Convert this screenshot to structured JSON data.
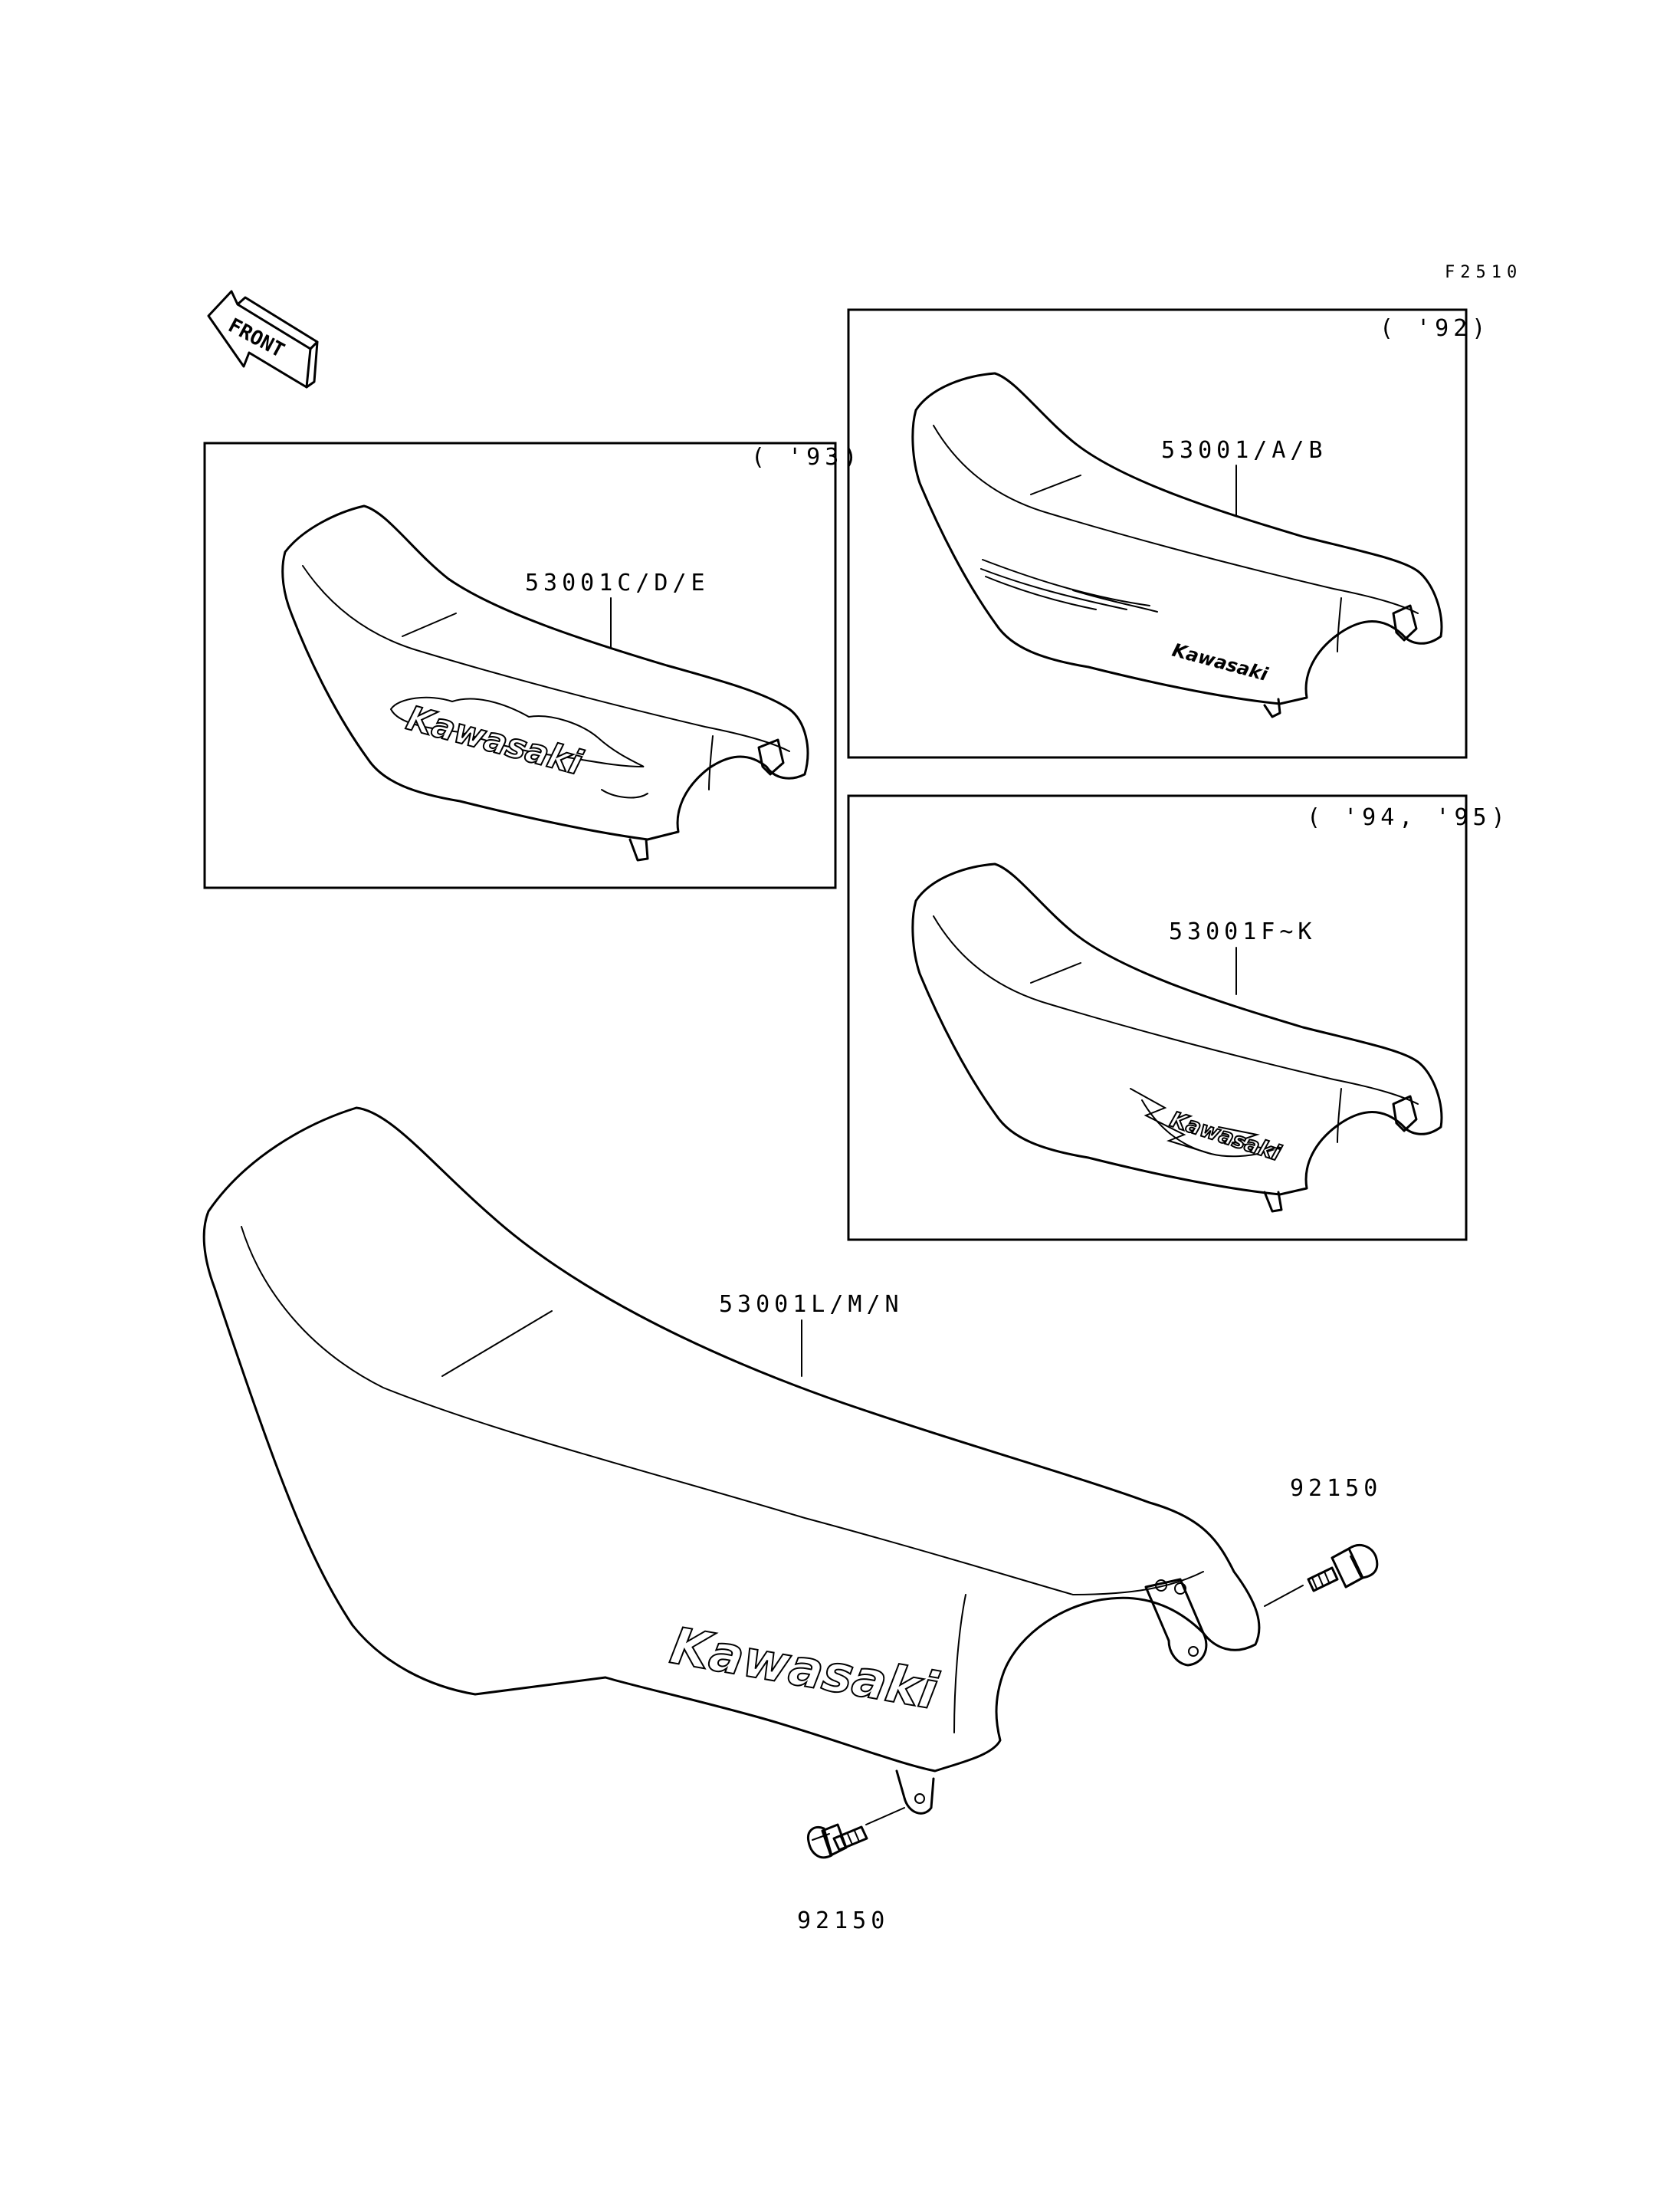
{
  "figure_code": "F2510",
  "front_arrow": {
    "label": "FRONT",
    "icon": "front-arrow-icon"
  },
  "panels": [
    {
      "id": "1992",
      "year": "( '92)",
      "part": "53001/A/B",
      "brand": "Kawasaki"
    },
    {
      "id": "1993",
      "year": "( '93)",
      "part": "53001C/D/E",
      "brand": "Kawasaki"
    },
    {
      "id": "1994-95",
      "year": "( '94, '95)",
      "part": "53001F~K",
      "brand": "Kawasaki"
    }
  ],
  "main_seat": {
    "part": "53001L/M/N",
    "brand": "Kawasaki"
  },
  "bolts": [
    {
      "id": "right",
      "part": "92150"
    },
    {
      "id": "bottom",
      "part": "92150"
    }
  ]
}
